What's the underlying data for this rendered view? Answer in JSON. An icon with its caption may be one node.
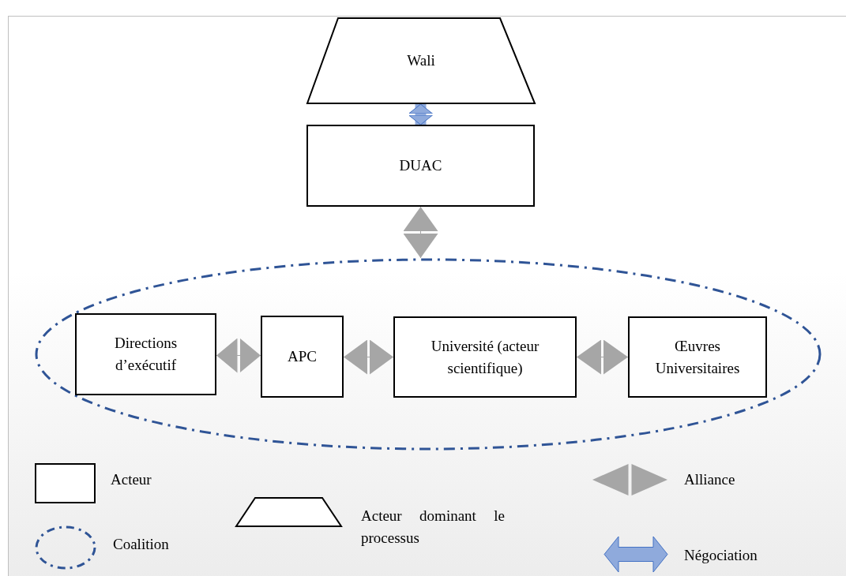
{
  "diagram": {
    "nodes": [
      {
        "text": [
          "Wali"
        ]
      },
      {
        "text": [
          "DUAC"
        ]
      },
      {
        "text": [],
        "shape": "ellipse"
      },
      {
        "text": [
          "Directions d’exécutif"
        ],
        "in": 2
      },
      {
        "text": [
          "APC"
        ],
        "in": 2
      },
      {
        "text": [
          "Université (acteur scientifique)"
        ],
        "in": 2
      },
      {
        "text": [
          "Œuvres Universitaires"
        ],
        "in": 2
      }
    ],
    "edges": [
      {
        "from": 0,
        "to": 1,
        "arrow": "both",
        "style": "thick",
        "color": "#8faadc"
      },
      {
        "from": 1,
        "to": 2,
        "arrow": "both"
      },
      {
        "from": 3,
        "to": 4,
        "arrow": "both"
      },
      {
        "from": 4,
        "to": 5,
        "arrow": "both"
      },
      {
        "from": 5,
        "to": 6,
        "arrow": "both"
      }
    ],
    "legend": [
      {
        "text": "Acteur"
      },
      {
        "text": "Coalition"
      },
      {
        "text": "Acteur dominant le processus"
      },
      {
        "text": "Alliance"
      },
      {
        "text": "Négociation"
      }
    ]
  }
}
